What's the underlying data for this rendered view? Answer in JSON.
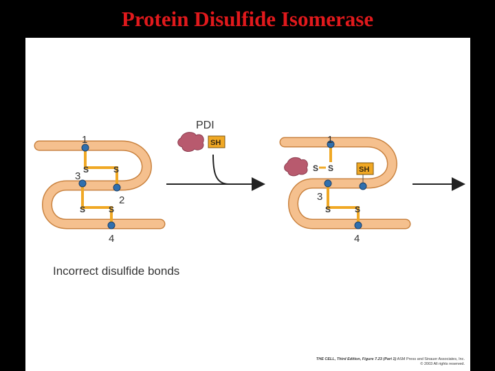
{
  "slide": {
    "title": "Protein Disulfide Isomerase"
  },
  "diagram": {
    "pdi_label": "PDI",
    "sh_label": "SH",
    "s_label": "S",
    "cys_labels": [
      "1",
      "2",
      "3",
      "4"
    ],
    "caption": "Incorrect disulfide bonds",
    "credit_line1_title": "THE CELL, Third Edition, Figure 7.23 (Part 1)",
    "credit_line1_rest": "ASM Press and Sinauer Associates, Inc.",
    "credit_line2": "© 2003 All rights reserved.",
    "colors": {
      "title": "#e0191c",
      "strand": "#f5c08e",
      "strand_outline": "#c9823f",
      "bond": "#f0a824",
      "cysteine": "#2f6fae",
      "enzyme": "#b85a6e",
      "arrow": "#222222"
    }
  }
}
